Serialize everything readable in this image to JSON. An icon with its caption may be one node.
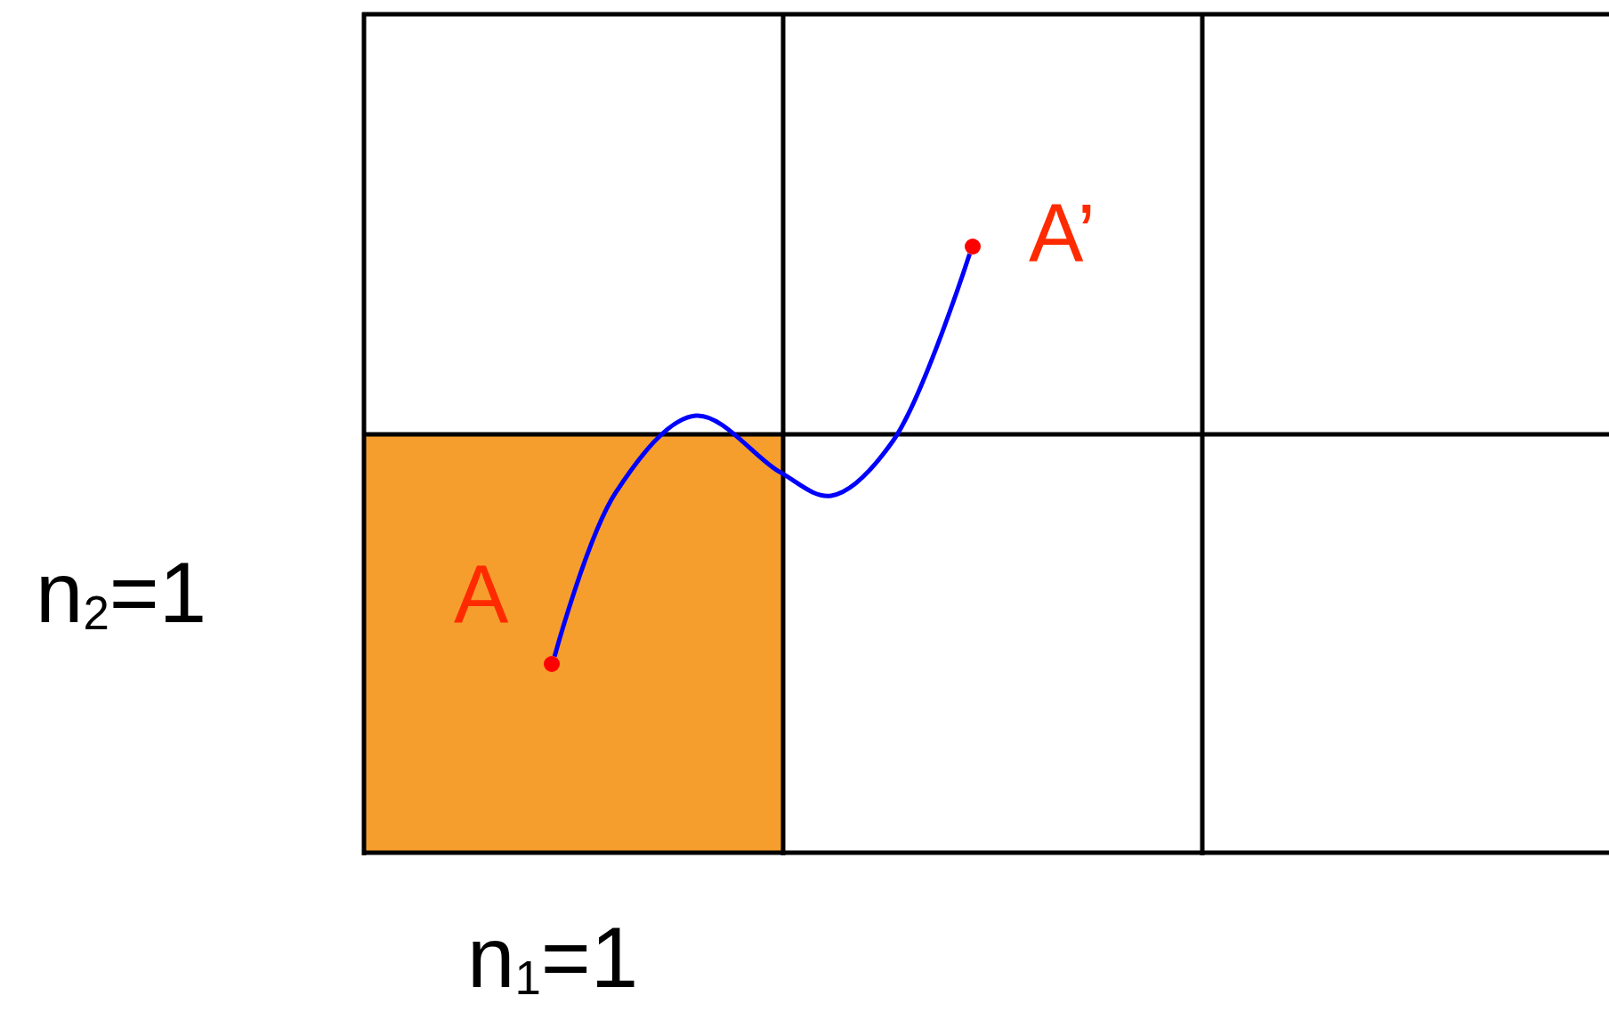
{
  "diagram": {
    "nodes": [
      {
        "text": [],
        "shape": "circle",
        "beside": [
          "A"
        ]
      },
      {
        "text": [],
        "shape": "circle",
        "beside": [
          "A’"
        ]
      }
    ],
    "edges": [
      {
        "from": 0,
        "to": 1,
        "arrow": "none",
        "color": "#0000ff"
      }
    ],
    "labels": [
      "n$_{2}$=1",
      "n$_{1}$=1"
    ]
  }
}
